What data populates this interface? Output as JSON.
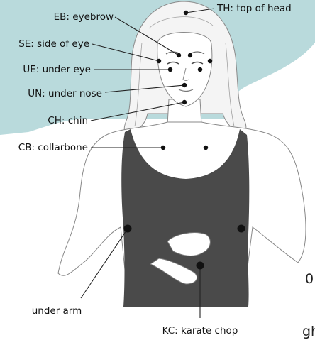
{
  "colors": {
    "accent": "#b9dadc",
    "top": "#3f3f3f",
    "skin_line": "#777777",
    "dot": "#111111"
  },
  "labels": {
    "top_of_head": "TH: top of head",
    "eyebrow": "EB: eyebrow",
    "side_of_eye": "SE: side of eye",
    "under_eye": "UE: under eye",
    "under_nose": "UN: under nose",
    "chin": "CH: chin",
    "collarbone": "CB: collarbone",
    "under_arm": "under arm",
    "karate_chop": "KC: karate chop"
  },
  "background_text": {
    "frag1": "0",
    "frag2": "gh"
  }
}
